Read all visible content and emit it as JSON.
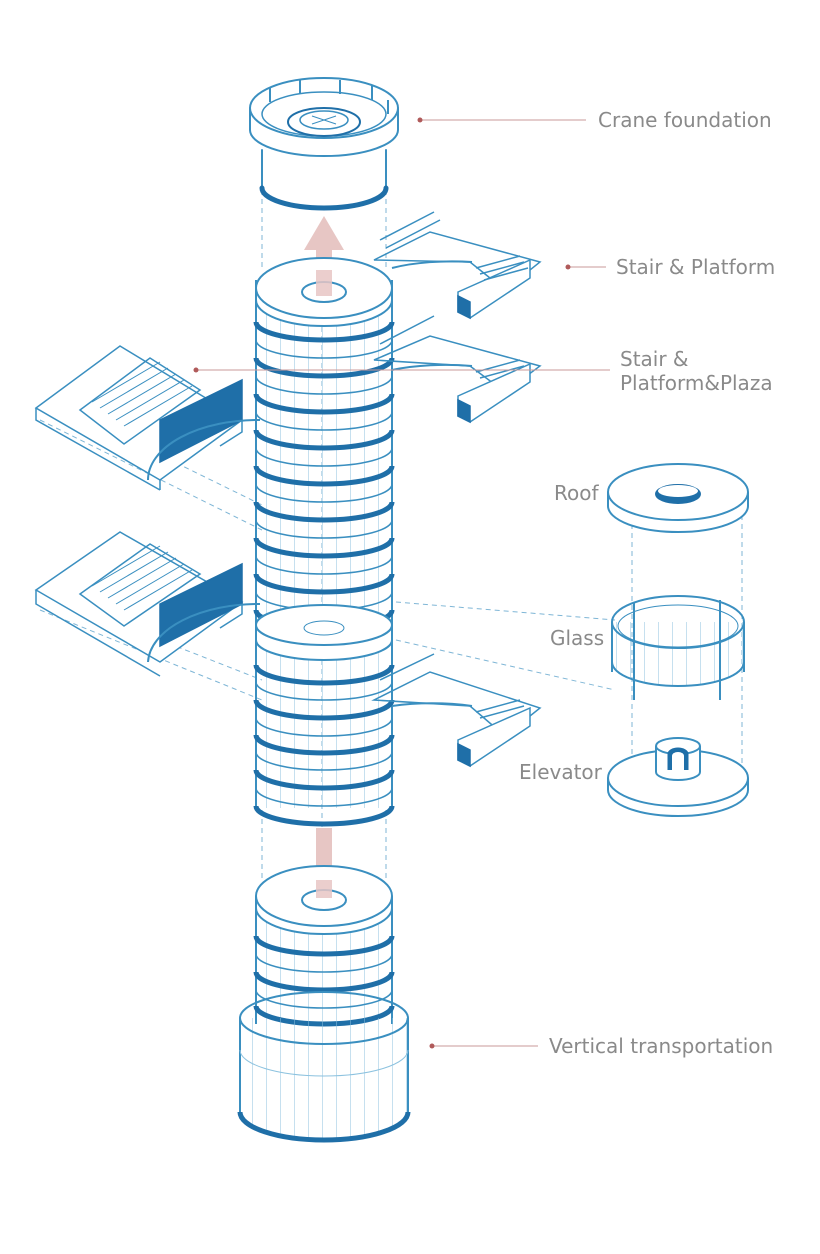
{
  "labels": {
    "crane_foundation": "Crane foundation",
    "stair_platform": "Stair & Platform",
    "stair_platform_plaza_line1": "Stair &",
    "stair_platform_plaza_line2": "Platform&Plaza",
    "roof": "Roof",
    "glass": "Glass",
    "elevator": "Elevator",
    "vertical_transportation": "Vertical transportation"
  },
  "colors": {
    "line": "#3a8fc0",
    "dark_band": "#1f6fa8",
    "leader": "#c89a9a",
    "dot": "#b05a5a",
    "arrow": "#e7c6c4",
    "label": "#8a8a8a"
  }
}
